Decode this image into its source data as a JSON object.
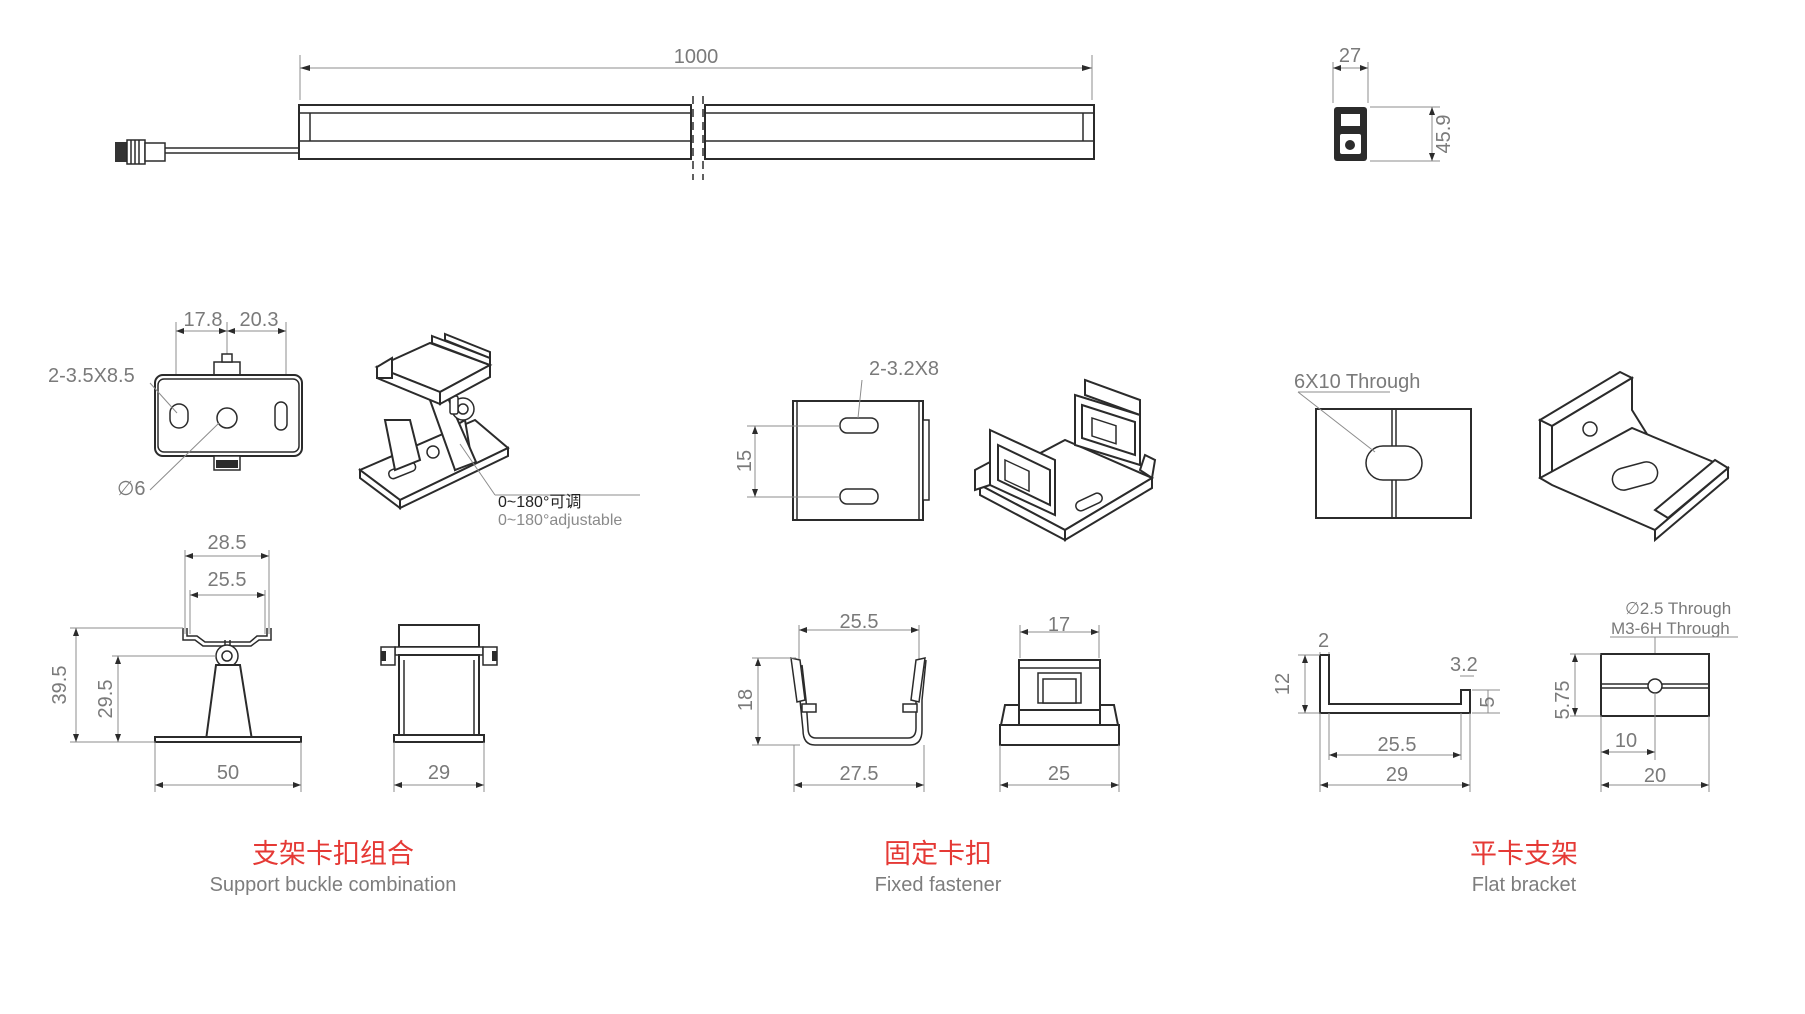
{
  "bar_light": {
    "length_label": "1000",
    "width_label": "27",
    "height_label": "45.9"
  },
  "support_buckle": {
    "dim_top_left": "17.8",
    "dim_top_right": "20.3",
    "slot_label": "2-3.5X8.5",
    "hole_label": "∅6",
    "angle_note_cn": "0~180°可调",
    "angle_note_en": "0~180°adjustable",
    "dim_outer_width": "28.5",
    "dim_inner_width": "25.5",
    "dim_total_height": "39.5",
    "dim_pivot_height": "29.5",
    "dim_base_width": "50",
    "dim_side_width": "29",
    "title_cn": "支架卡扣组合",
    "title_en": "Support buckle combination"
  },
  "fixed_fastener": {
    "slot_label": "2-3.2X8",
    "dim_slot_pitch": "15",
    "dim_inner_width": "25.5",
    "dim_height": "18",
    "dim_outer_width": "27.5",
    "dim_tab_width": "17",
    "dim_side_width": "25",
    "title_cn": "固定卡扣",
    "title_en": "Fixed fastener"
  },
  "flat_bracket": {
    "through_label": "6X10 Through",
    "dim_thickness": "2",
    "dim_lip": "3.2",
    "dim_height": "12",
    "dim_small": "5",
    "dim_inner_width": "25.5",
    "dim_outer_width": "29",
    "hole_label": "∅2.5 Through",
    "thread_label": "M3-6H Through",
    "dim_half": "10",
    "dim_bar_height": "5.75",
    "dim_bar_width": "20",
    "title_cn": "平卡支架",
    "title_en": "Flat bracket"
  }
}
